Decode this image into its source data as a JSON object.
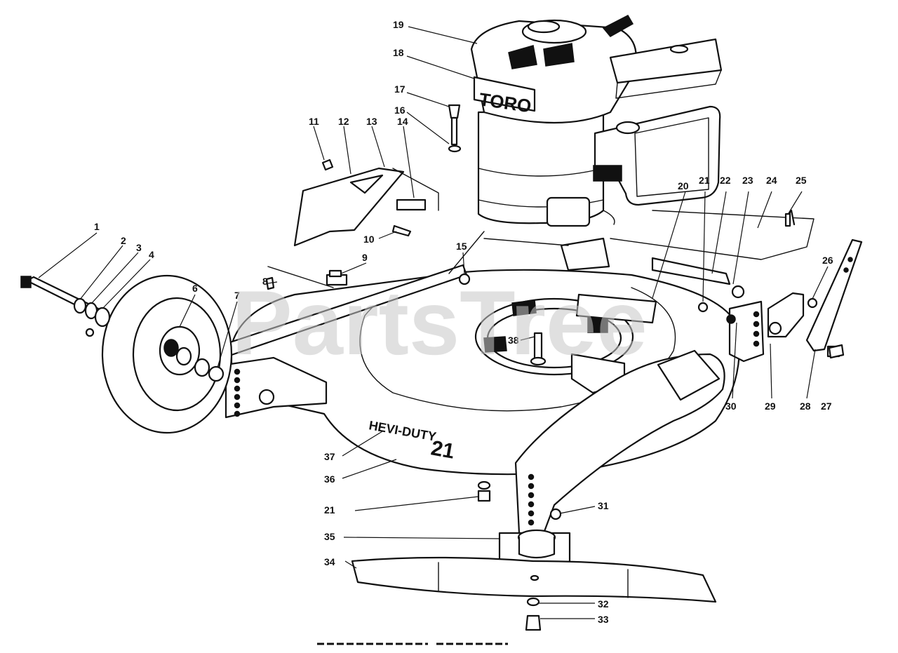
{
  "watermark": "PartsTree",
  "engine_brand": "TORO",
  "deck_badge": {
    "text": "HEVI-DUTY",
    "size": "21"
  },
  "footer_caption": "",
  "callouts": [
    "1",
    "2",
    "3",
    "4",
    "6",
    "7",
    "8",
    "9",
    "10",
    "11",
    "12",
    "13",
    "14",
    "15",
    "16",
    "17",
    "18",
    "19",
    "20",
    "21",
    "22",
    "23",
    "24",
    "25",
    "26",
    "27",
    "28",
    "29",
    "30",
    "21",
    "31",
    "32",
    "33",
    "34",
    "35",
    "36",
    "37",
    "38"
  ]
}
